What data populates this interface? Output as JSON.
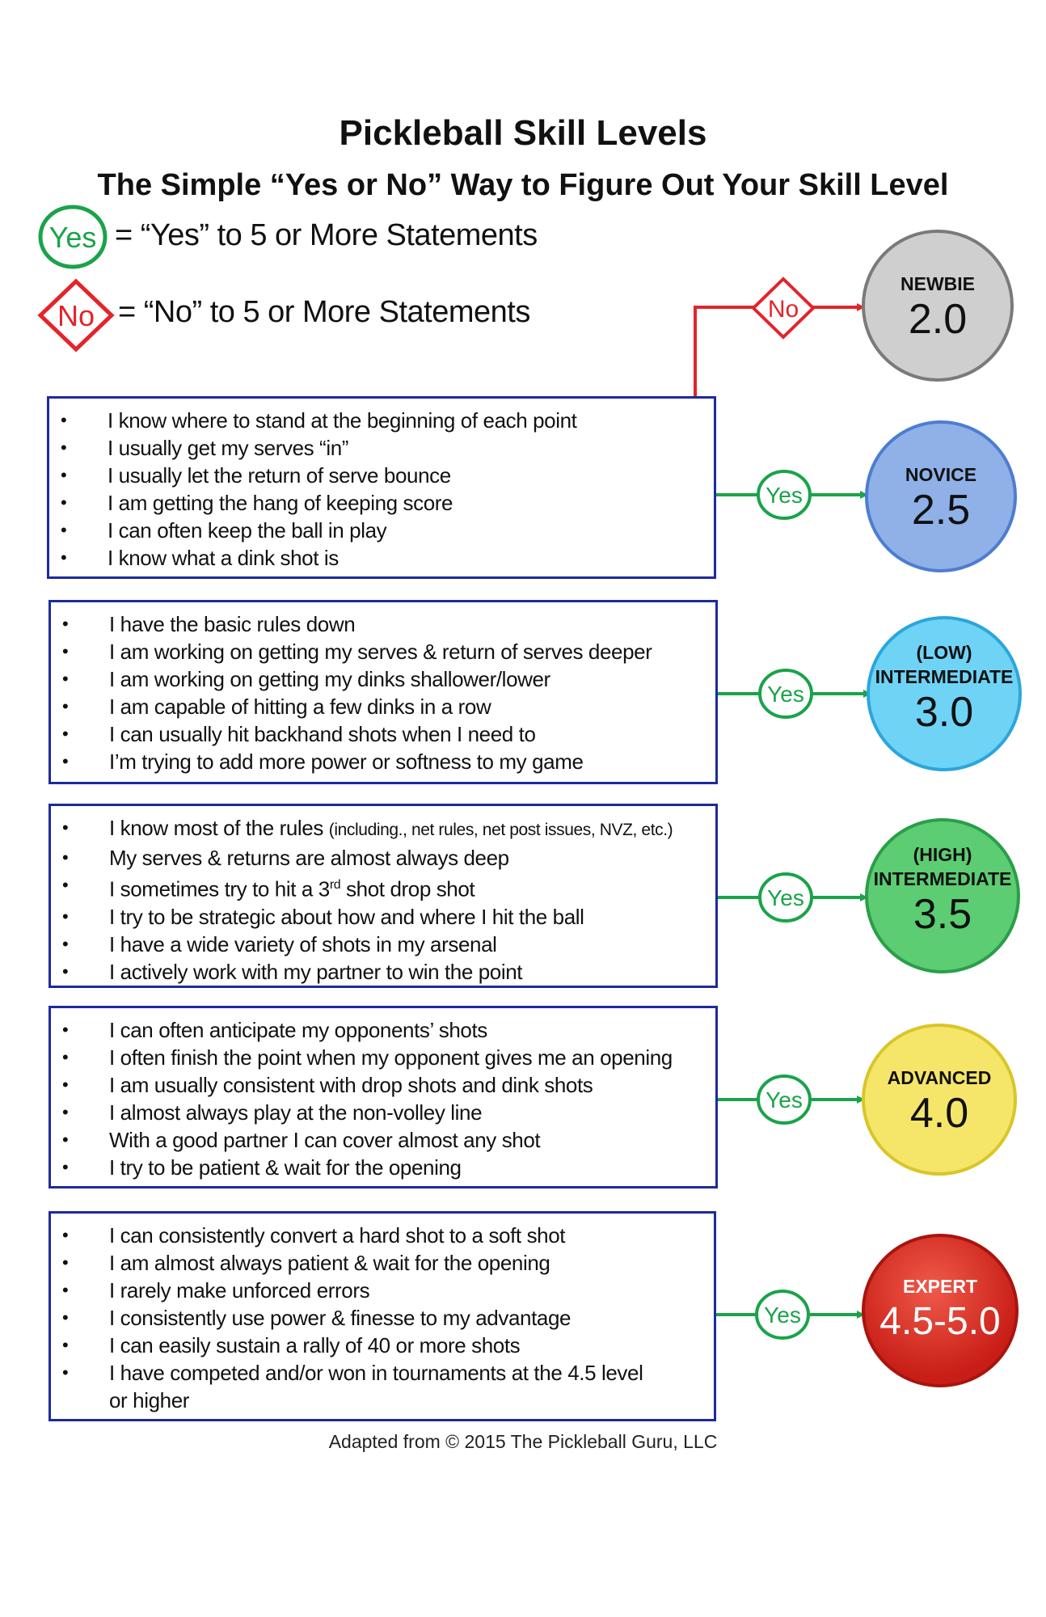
{
  "title": "Pickleball Skill Levels",
  "subtitle": "The Simple “Yes or No” Way to Figure Out Your Skill Level",
  "legend": {
    "yes_badge": "Yes",
    "yes_text": "=  “Yes” to 5 or More Statements",
    "no_badge": "No",
    "no_text": "=  “No” to 5 or More Statements"
  },
  "colors": {
    "yes": "#1aa34a",
    "no": "#e3242b",
    "box_border": "#1c2a9e"
  },
  "newbie": {
    "badge": "No",
    "label": "NEWBIE",
    "value": "2.0"
  },
  "levels": [
    {
      "badge": "Yes",
      "label_line1": "",
      "label_line2": "NOVICE",
      "value": "2.5",
      "statements": [
        "I know where to stand at the beginning of each point",
        "I usually get my serves “in”",
        "I usually let the return of serve bounce",
        "I am getting the hang of keeping score",
        "I can often keep the ball in play",
        "I know what a dink shot is"
      ]
    },
    {
      "badge": "Yes",
      "label_line1": "(LOW)",
      "label_line2": "INTERMEDIATE",
      "value": "3.0",
      "statements": [
        "I have the basic rules down",
        "I am working on getting my serves & return of serves deeper",
        "I am working on getting my dinks shallower/lower",
        "I am capable of hitting a few dinks in a row",
        "I can usually hit backhand shots when I need to",
        "I’m trying to add more power or softness to my game"
      ]
    },
    {
      "badge": "Yes",
      "label_line1": "(HIGH)",
      "label_line2": "INTERMEDIATE",
      "value": "3.5",
      "statements": [
        "I know most of the rules",
        "My serves & returns are almost always deep",
        "I sometimes try to hit a 3",
        "I try to be strategic about how and where I hit the ball",
        "I have a wide variety of shots in my arsenal",
        "I actively work with my partner to win the point"
      ],
      "rules_note": "(including., net rules, net post issues, NVZ, etc.)",
      "sup": "rd",
      "sup_tail": " shot drop shot"
    },
    {
      "badge": "Yes",
      "label_line1": "",
      "label_line2": "ADVANCED",
      "value": "4.0",
      "statements": [
        "I can often anticipate my opponents’ shots",
        "I often finish the point when my opponent gives me an opening",
        "I am usually consistent with drop shots and dink shots",
        "I almost always play at the non-volley line",
        "With a good partner I can cover almost any shot",
        "I try to be patient & wait for the opening"
      ]
    },
    {
      "badge": "Yes",
      "label_line1": "",
      "label_line2": "EXPERT",
      "value": "4.5-5.0",
      "statements": [
        "I can consistently convert a hard shot to a soft shot",
        "I am almost always patient & wait for the opening",
        "I rarely make unforced errors",
        "I consistently use power & finesse to my advantage",
        "I can easily sustain a rally of 40 or more shots",
        "I have competed and/or won in tournaments at the 4.5 level or higher"
      ]
    }
  ],
  "credit": "Adapted from © 2015 The Pickleball Guru, LLC"
}
